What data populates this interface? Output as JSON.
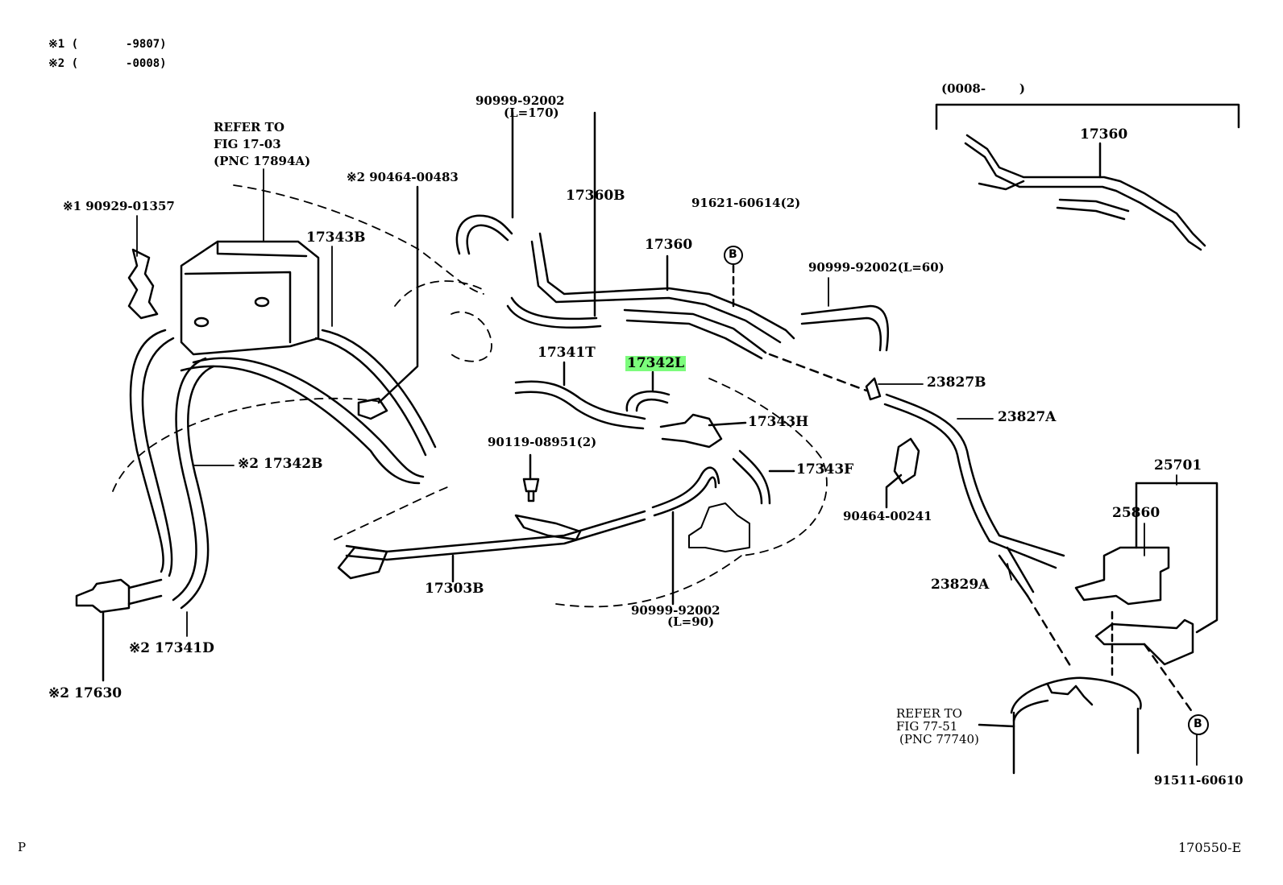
{
  "notes": [
    {
      "mark": "※1",
      "range": "(       -9807)"
    },
    {
      "mark": "※2",
      "range": "(       -0008)"
    }
  ],
  "inset_range": "(0008-        )",
  "refer_upper": [
    "REFER TO",
    "FIG 17-03",
    "(PNC 17894A)"
  ],
  "refer_lower": [
    "REFER TO",
    "FIG 77-51",
    "(PNC 77740)"
  ],
  "circle_marker": "B",
  "page_letter": "P",
  "figure_id": "170550-E",
  "highlight_color": "#7CFC7C",
  "labels": {
    "p90929_01357": "※1 90929-01357",
    "p17343B": "17343B",
    "p90464_00483": "※2 90464-00483",
    "p90999_92002_top": "90999-92002",
    "p90999_92002_top_len": "(L=170)",
    "p17360B": "17360B",
    "p91621_60614": "91621-60614(2)",
    "p17360_mid": "17360",
    "p90999_92002_60": "90999-92002(L=60)",
    "p17360_inset": "17360",
    "p17341T": "17341T",
    "p17342L": "17342L",
    "p23827B": "23827B",
    "p23827A": "23827A",
    "p17343H": "17343H",
    "p90119_08951": "90119-08951(2)",
    "p17342B": "※2 17342B",
    "p17343F": "17343F",
    "p90464_00241": "90464-00241",
    "p25701": "25701",
    "p25860": "25860",
    "p17303B": "17303B",
    "p23829A": "23829A",
    "p90999_92002_90": "90999-92002",
    "p90999_92002_90_len": "(L=90)",
    "p17341D": "※2 17341D",
    "p17630": "※2 17630",
    "p91511_60610": "91511-60610"
  }
}
